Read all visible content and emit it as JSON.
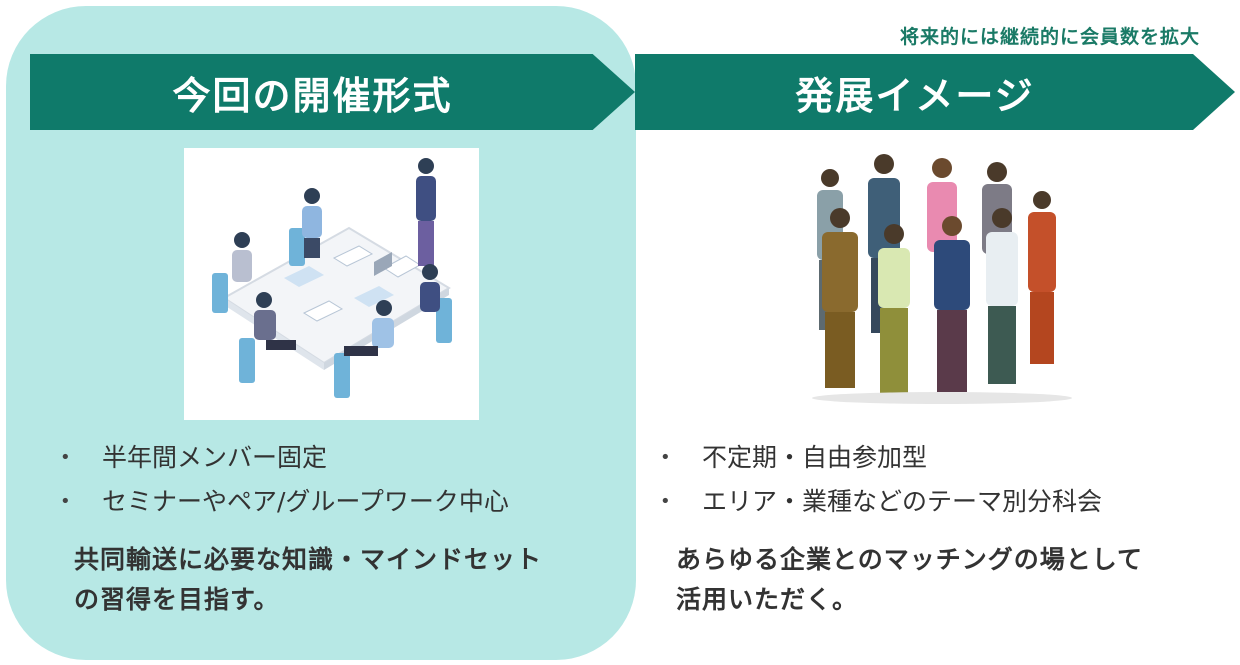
{
  "note": "将来的には継続的に会員数を拡大",
  "left": {
    "header": "今回の開催形式",
    "illustration_icon": "meeting-table-icon",
    "bullets": [
      "半年間メンバー固定",
      "セミナーやペア/グループワーク中心"
    ],
    "summary_line1": "共同輸送に必要な知識・マインドセット",
    "summary_line2": "の習得を目指す。"
  },
  "right": {
    "header": "発展イメージ",
    "illustration_icon": "people-group-icon",
    "bullets": [
      "不定期・自由参加型",
      "エリア・業種などのテーマ別分科会"
    ],
    "summary_line1": "あらゆる企業とのマッチングの場として",
    "summary_line2": "活用いただく。"
  },
  "colors": {
    "header_bg": "#0f7a6a",
    "panel_bg": "#b7e8e5",
    "note_text": "#1a7a66"
  }
}
